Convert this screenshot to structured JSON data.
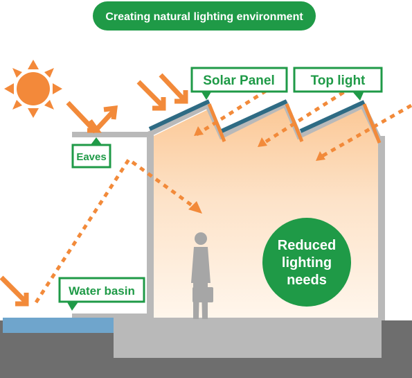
{
  "title": "Creating natural lighting environment",
  "labels": {
    "solar_panel": "Solar Panel",
    "top_light": "Top light",
    "eaves": "Eaves",
    "water_basin": "Water basin"
  },
  "badge": {
    "line1": "Reduced",
    "line2": "lighting",
    "line3": "needs"
  },
  "icons": {
    "sun": "sun-icon",
    "person": "person-with-briefcase-icon"
  },
  "colors": {
    "green": "#1f9a47",
    "orange": "#f28a3a",
    "sun": "#f3893a",
    "wall": "#b9b9b9",
    "panel": "#2e6b84",
    "ground": "#6e6e6e",
    "water": "#6fa5cc"
  }
}
